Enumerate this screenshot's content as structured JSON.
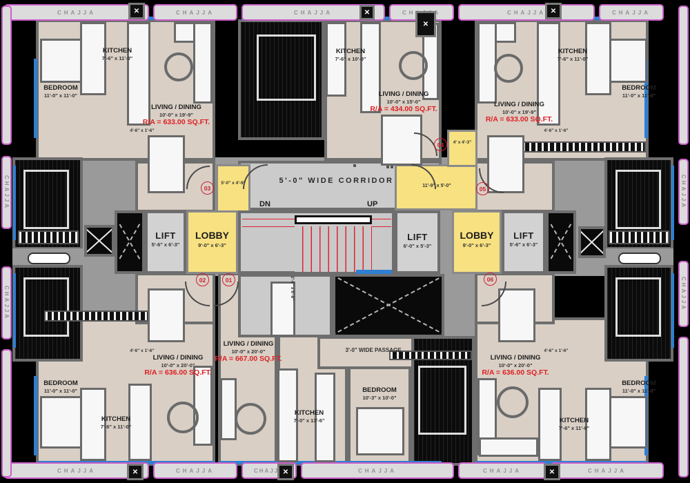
{
  "chajja_label": "CHAJJA",
  "corridor": {
    "label": "5'-0\"  WIDE  CORRIDOR",
    "dn": "DN",
    "up": "UP"
  },
  "core": {
    "lift_left": {
      "label": "LIFT",
      "dims": "5'-6\" x 6'-3\""
    },
    "lobby_left": {
      "label": "LOBBY",
      "dims": "9'-0\" x 6'-3\""
    },
    "lift_mid": {
      "label": "LIFT",
      "dims": "6'-0\" x 5'-3\""
    },
    "lobby_right": {
      "label": "LOBBY",
      "dims": "9'-0\" x 6'-3\""
    },
    "lift_right": {
      "label": "LIFT",
      "dims": "5'-6\" x 6'-3\""
    },
    "passage_left_dims": "5'-0\" x 4'-9\"",
    "passage_mid_dims": "4' x 4'-3\"",
    "corridor_right_dims": "11'-9\" x 5'-0\""
  },
  "entries": {
    "n01": "01",
    "n02": "02",
    "n03": "03",
    "n04": "04",
    "n05": "05",
    "n06": "06"
  },
  "units": {
    "top_left": {
      "bedroom": {
        "label": "BEDROOM",
        "dims": "11'-0\" x 11'-0\""
      },
      "kitchen": {
        "label": "KITCHEN",
        "dims": "7'-6\" x 11'-0\""
      },
      "living": {
        "label": "LIVING / DINING",
        "dims": "10'-0\" x 19'-9\"",
        "area": "R/A = 633.00 SQ.FT."
      },
      "door_dim": "4'-6\" x 1'-6\""
    },
    "top_center": {
      "kitchen": {
        "label": "KITCHEN",
        "dims": "7'-6\" x 10'-0\""
      },
      "living": {
        "label": "LIVING / DINING",
        "dims": "10'-0\" x 15'-0\"",
        "area": "R/A = 434.00 SQ.FT."
      }
    },
    "top_right": {
      "living": {
        "label": "LIVING / DINING",
        "dims": "10'-0\" x 19'-9\"",
        "area": "R/A = 633.00 SQ.FT."
      },
      "kitchen": {
        "label": "KITCHEN",
        "dims": "7'-6\" x 11'-0\""
      },
      "bedroom": {
        "label": "BEDROOM",
        "dims": "11'-0\" x 11'-0\""
      },
      "door_dim": "4'-6\" x 1'-6\""
    },
    "bottom_left": {
      "living": {
        "label": "LIVING / DINING",
        "dims": "10'-0\" x 20'-0\"",
        "area": "R/A = 636.00 SQ.FT."
      },
      "bedroom": {
        "label": "BEDROOM",
        "dims": "11'-0\" x 11'-0\""
      },
      "kitchen": {
        "label": "KITCHEN",
        "dims": "7'-6\" x 11'-0\""
      },
      "door_dim": "4'-6\" x 1'-6\""
    },
    "bottom_center": {
      "living": {
        "label": "LIVING / DINING",
        "dims": "10'-0\" x 20'-0\"",
        "area": "R/A = 667.00 SQ.FT."
      },
      "kitchen": {
        "label": "KITCHEN",
        "dims": "7'-0\" x 13'-6\""
      },
      "bedroom": {
        "label": "BEDROOM",
        "dims": "10'-3\" x 10'-0\""
      },
      "passage": "3'-0\" WIDE PASSAGE",
      "side_dim": "2'-6\" x 6'-6\""
    },
    "bottom_right": {
      "living": {
        "label": "LIVING / DINING",
        "dims": "10'-0\" x 20'-0\"",
        "area": "R/A = 636.00 SQ.FT."
      },
      "kitchen": {
        "label": "KITCHEN",
        "dims": "7'-6\" x 11'-0\""
      },
      "bedroom": {
        "label": "BEDROOM",
        "dims": "11'-0\" x 11'-0\""
      },
      "door_dim": "4'-6\" x 1'-6\""
    }
  },
  "colors": {
    "floor": "#d9cfc5",
    "core_floor": "#cbcbcb",
    "lobby": "#f7e181",
    "wall": "#6e6e6e",
    "window": "#2e7fd2",
    "area_text": "#df2024",
    "chajja_border": "#c95fc9",
    "entry_circle": "#cc2030"
  }
}
